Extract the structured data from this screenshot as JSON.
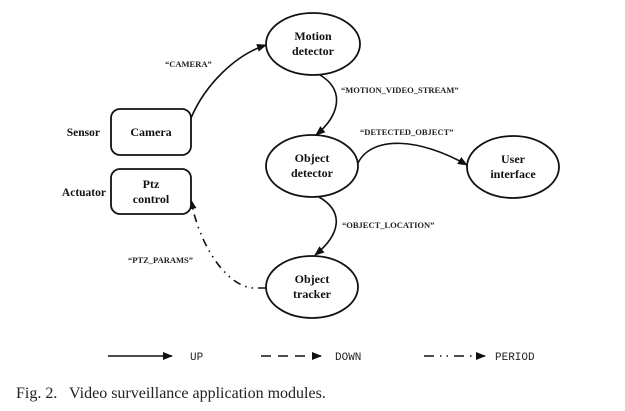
{
  "nodes": {
    "camera": {
      "label": "Camera",
      "shape": "rounded-rect"
    },
    "ptz": {
      "label_lines": [
        "Ptz",
        "control"
      ],
      "shape": "rounded-rect"
    },
    "motion": {
      "label_lines": [
        "Motion",
        "detector"
      ],
      "shape": "ellipse"
    },
    "object_detector": {
      "label_lines": [
        "Object",
        "detector"
      ],
      "shape": "ellipse"
    },
    "user_interface": {
      "label_lines": [
        "User",
        "interface"
      ],
      "shape": "ellipse"
    },
    "object_tracker": {
      "label_lines": [
        "Object",
        "tracker"
      ],
      "shape": "ellipse"
    }
  },
  "side_labels": {
    "sensor": "Sensor",
    "actuator": "Actuator"
  },
  "edges": [
    {
      "from": "camera",
      "to": "motion",
      "label": "“CAMERA”",
      "style": "solid"
    },
    {
      "from": "motion",
      "to": "object_detector",
      "label": "“MOTION_VIDEO_STREAM”",
      "style": "solid"
    },
    {
      "from": "object_detector",
      "to": "user_interface",
      "label": "“DETECTED_OBJECT”",
      "style": "solid"
    },
    {
      "from": "object_detector",
      "to": "object_tracker",
      "label": "“OBJECT_LOCATION”",
      "style": "solid"
    },
    {
      "from": "object_tracker",
      "to": "ptz",
      "label": "“PTZ_PARAMS”",
      "style": "dash-dot"
    }
  ],
  "legend": [
    {
      "style": "solid",
      "label": "UP"
    },
    {
      "style": "dashed",
      "label": "DOWN"
    },
    {
      "style": "dash-dot",
      "label": "PERIOD"
    }
  ],
  "caption": "Fig. 2.   Video surveillance application modules."
}
